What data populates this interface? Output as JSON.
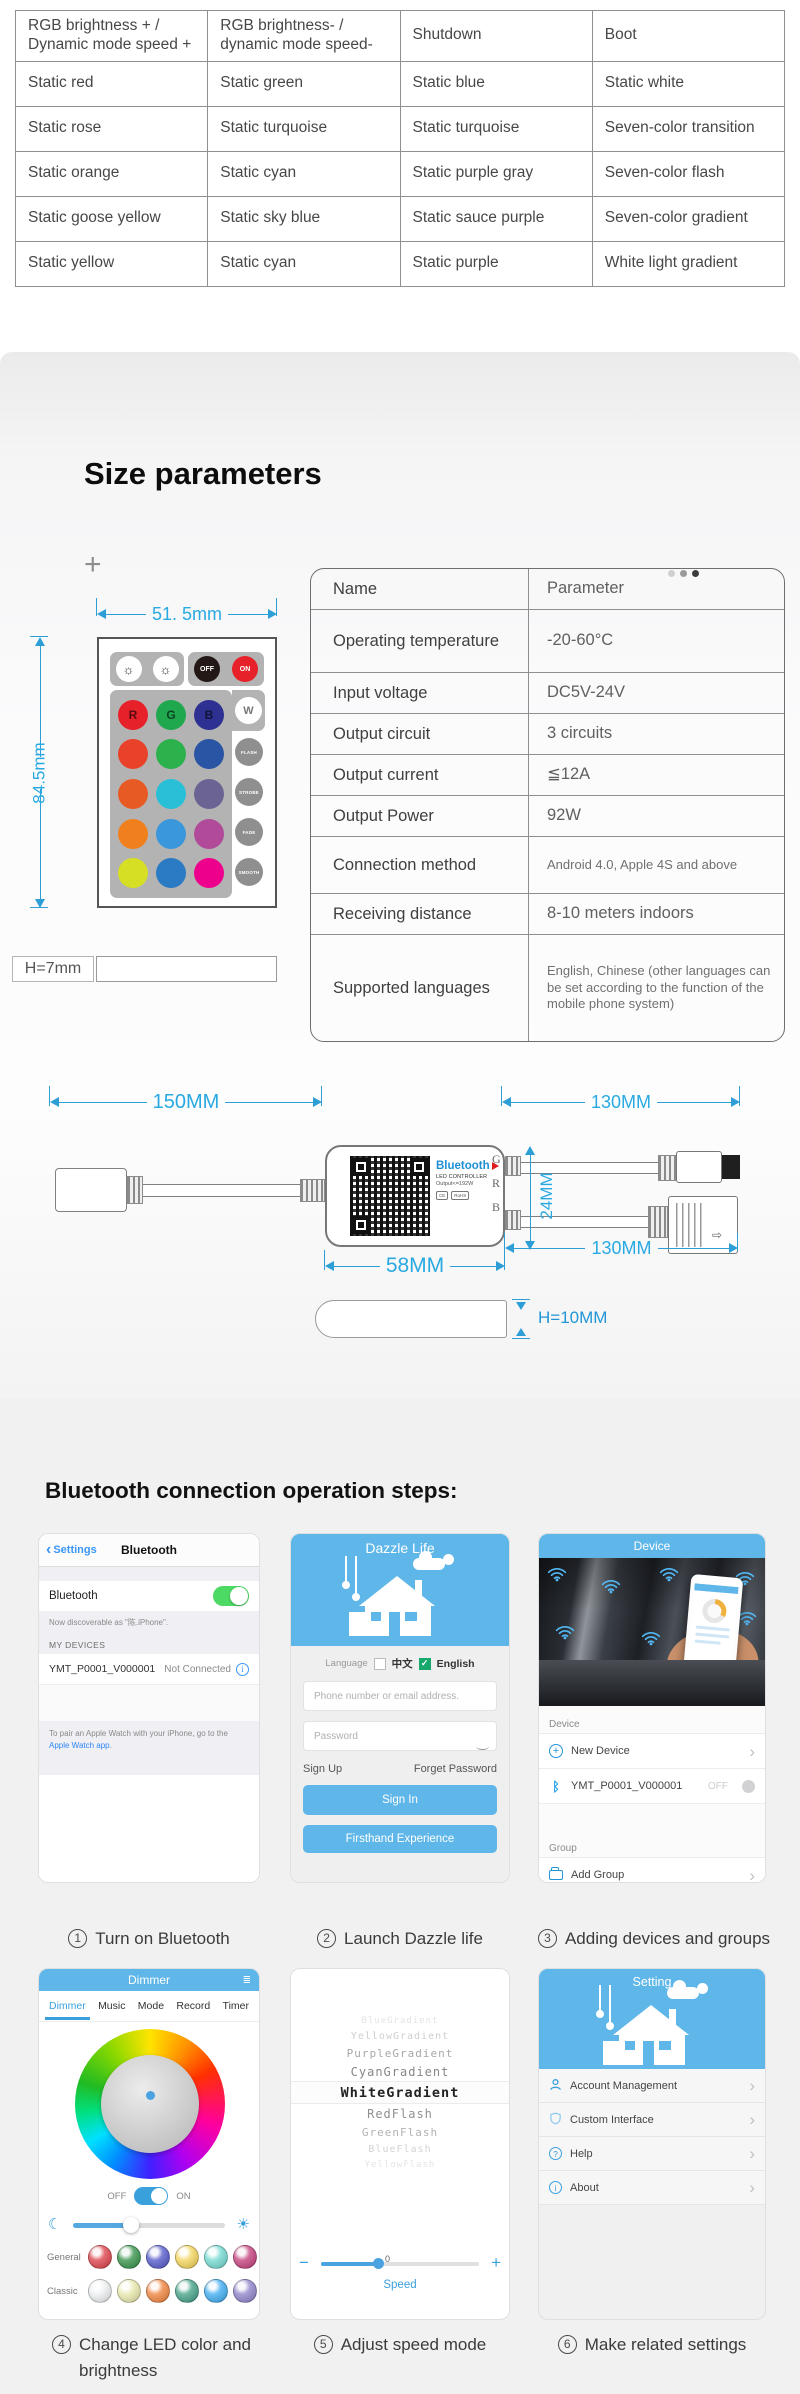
{
  "colors": {
    "dimension_blue": "#29a9e2",
    "app_blue": "#5fb6e8",
    "ios_blue": "#3a96f7",
    "toggle_green": "#4cd964",
    "dimmer_accent": "#3aa0dc"
  },
  "function_table": {
    "rows": [
      [
        "RGB brightness + / Dynamic mode speed +",
        "RGB brightness- / dynamic mode speed-",
        "Shutdown",
        "Boot"
      ],
      [
        "Static red",
        "Static green",
        "Static blue",
        "Static white"
      ],
      [
        "Static rose",
        "Static turquoise",
        "Static turquoise",
        "Seven-color transition"
      ],
      [
        "Static orange",
        "Static cyan",
        "Static purple gray",
        "Seven-color flash"
      ],
      [
        "Static goose yellow",
        "Static sky blue",
        "Static sauce purple",
        "Seven-color gradient"
      ],
      [
        "Static yellow",
        "Static cyan",
        "Static purple",
        "White light gradient"
      ]
    ]
  },
  "size_section": {
    "title": "Size parameters",
    "plus": "+",
    "remote": {
      "width_label": "51. 5mm",
      "height_label": "84.5mm",
      "side_label": "H=7mm",
      "top_keys": [
        {
          "icon": "brightness-up-icon",
          "glyph": "☼",
          "bg": "#ffffff",
          "fg": "#333333"
        },
        {
          "icon": "brightness-down-icon",
          "glyph": "☼",
          "bg": "#ffffff",
          "fg": "#333333"
        },
        {
          "label": "OFF",
          "bg": "#231815",
          "fg": "#ffffff"
        },
        {
          "label": "ON",
          "bg": "#e62129",
          "fg": "#ffffff"
        }
      ],
      "grid": [
        [
          {
            "bg": "#e62129",
            "label": "R"
          },
          {
            "bg": "#1fa84d",
            "label": "G"
          },
          {
            "bg": "#2e3192",
            "label": "B"
          }
        ],
        [
          {
            "bg": "#e8432a"
          },
          {
            "bg": "#2bb24c"
          },
          {
            "bg": "#2a55a5"
          }
        ],
        [
          {
            "bg": "#e85a24"
          },
          {
            "bg": "#29bfd6"
          },
          {
            "bg": "#6b6393"
          }
        ],
        [
          {
            "bg": "#f07f1d"
          },
          {
            "bg": "#3b97db"
          },
          {
            "bg": "#b14a99"
          }
        ],
        [
          {
            "bg": "#d6df23"
          },
          {
            "bg": "#2b7bc4"
          },
          {
            "bg": "#ec008c"
          }
        ]
      ],
      "col4": [
        {
          "label": "W"
        },
        {
          "label": "FLASH"
        },
        {
          "label": "STROBE"
        },
        {
          "label": "FADE"
        },
        {
          "label": "SMOOTH"
        }
      ]
    },
    "spec_table": {
      "rows": [
        {
          "name": "Name",
          "value": "Parameter"
        },
        {
          "name": "Operating temperature",
          "value": "-20-60°C"
        },
        {
          "name": "Input voltage",
          "value": "DC5V-24V"
        },
        {
          "name": "Output circuit",
          "value": "3 circuits"
        },
        {
          "name": "Output current",
          "value": "≦12A"
        },
        {
          "name": "Output Power",
          "value": "92W"
        },
        {
          "name": "Connection method",
          "value": "Android 4.0, Apple 4S and above"
        },
        {
          "name": "Receiving distance",
          "value": "8-10 meters indoors"
        },
        {
          "name": "Supported languages",
          "value": "English, Chinese (other languages can be set according to the function of the mobile phone system)"
        }
      ]
    },
    "controller": {
      "dims": {
        "left": "150MM",
        "top_right": "130MM",
        "bottom_right": "130MM",
        "body": "58MM",
        "vertical": "24MM",
        "side": "H=10MM"
      },
      "labels": {
        "bluetooth": "Bluetooth",
        "line2": "LED CONTROLLER",
        "line3": "Output<=192W",
        "certs": [
          "CE",
          "RoHS"
        ],
        "pins": [
          "G",
          "R",
          "B"
        ]
      }
    }
  },
  "steps_section": {
    "title": "Bluetooth connection operation steps:",
    "captions": [
      {
        "num": "1",
        "text": "Turn on Bluetooth"
      },
      {
        "num": "2",
        "text": "Launch Dazzle life"
      },
      {
        "num": "3",
        "text": "Adding devices and groups"
      },
      {
        "num": "4",
        "text": "Change LED color and brightness"
      },
      {
        "num": "5",
        "text": "Adjust speed mode"
      },
      {
        "num": "6",
        "text": "Make related settings"
      }
    ],
    "phone1": {
      "back": "Settings",
      "title": "Bluetooth",
      "row_label": "Bluetooth",
      "discoverable": "Now discoverable as \"陈.iPhone\".",
      "my_devices": "MY DEVICES",
      "device": "YMT_P0001_V000001",
      "status": "Not Connected",
      "footer_pre": "To pair an Apple Watch with your iPhone, go to the ",
      "footer_link": "Apple Watch app",
      "footer_post": "."
    },
    "phone2": {
      "title": "Dazzle Life",
      "language": "Language",
      "cn": "中文",
      "en": "English",
      "check": "✓",
      "input1_placeholder": "Phone number or email address.",
      "input2_placeholder": "Password",
      "sign_up": "Sign Up",
      "forget": "Forget Password",
      "sign_in": "Sign In",
      "firsthand": "Firsthand Experience"
    },
    "phone3": {
      "title": "Device",
      "section_device": "Device",
      "new_device": "New Device",
      "device": "YMT_P0001_V000001",
      "off": "OFF",
      "section_group": "Group",
      "add_group": "Add Group"
    },
    "phone4": {
      "title": "Dimmer",
      "tabs": [
        "Dimmer",
        "Music",
        "Mode",
        "Record",
        "Timer"
      ],
      "active_tab": "Dimmer",
      "off": "OFF",
      "on": "ON",
      "general": "General",
      "classic": "Classic",
      "general_colors": [
        "#dd3b44",
        "#2f8f44",
        "#5054c8",
        "#f2d355",
        "#6fd8d0",
        "#c23a78"
      ],
      "classic_colors": [
        "#eceff0",
        "#e6e6a8",
        "#ef8038",
        "#3e9e84",
        "#39aaf0",
        "#8b80c8"
      ]
    },
    "phone5": {
      "modes": [
        "BlueGradient",
        "YellowGradient",
        "PurpleGradient",
        "CyanGradient",
        "WhiteGradient",
        "RedFlash",
        "GreenFlash",
        "BlueFlash",
        "YellowFlash"
      ],
      "selected": "WhiteGradient",
      "minus": "−",
      "plus": "+",
      "value": "0",
      "speed": "Speed"
    },
    "phone6": {
      "title": "Setting",
      "items": [
        {
          "label": "Account Management",
          "icon": "person-icon"
        },
        {
          "label": "Custom Interface",
          "icon": "shield-icon"
        },
        {
          "label": "Help",
          "icon": "help-icon"
        },
        {
          "label": "About",
          "icon": "info-icon"
        }
      ]
    }
  }
}
